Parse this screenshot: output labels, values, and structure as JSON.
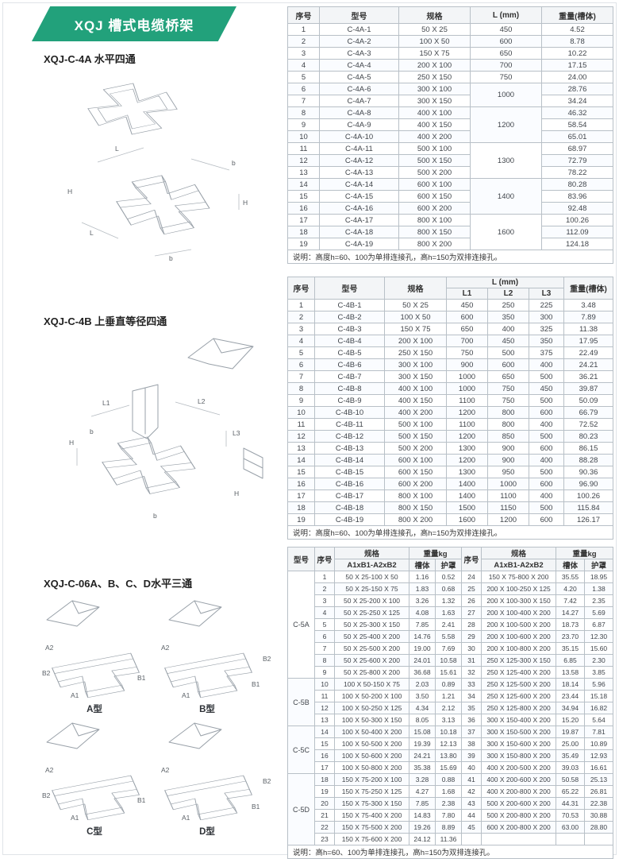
{
  "banner": {
    "title": "XQJ 槽式电缆桥架"
  },
  "sections": {
    "s1": "XQJ-C-4A 水平四通",
    "s2": "XQJ-C-4B 上垂直等径四通",
    "s3": "XQJ-C-06A、B、C、D水平三通"
  },
  "drawings": {
    "d1": {
      "L": "L",
      "b": "b",
      "H": "H"
    },
    "d2": {
      "L1": "L1",
      "L2": "L2",
      "L3": "L3",
      "H": "H",
      "b": "b"
    },
    "d3": {
      "typeA": "A型",
      "typeB": "B型",
      "typeC": "C型",
      "typeD": "D型",
      "A1": "A1",
      "A2": "A2",
      "B1": "B1",
      "B2": "B2"
    }
  },
  "table1": {
    "headers": {
      "no": "序号",
      "model": "型号",
      "spec": "规格",
      "L": "L (mm)",
      "weight": "重量(槽体)"
    },
    "rows": [
      {
        "n": "1",
        "m": "C-4A-1",
        "s": "50 X 25",
        "L": "450",
        "sp": 1,
        "w": "4.52"
      },
      {
        "n": "2",
        "m": "C-4A-2",
        "s": "100 X 50",
        "L": "600",
        "sp": 1,
        "w": "8.78"
      },
      {
        "n": "3",
        "m": "C-4A-3",
        "s": "150 X 75",
        "L": "650",
        "sp": 1,
        "w": "10.22"
      },
      {
        "n": "4",
        "m": "C-4A-4",
        "s": "200 X 100",
        "L": "700",
        "sp": 1,
        "w": "17.15"
      },
      {
        "n": "5",
        "m": "C-4A-5",
        "s": "250 X 150",
        "L": "750",
        "sp": 1,
        "w": "24.00"
      },
      {
        "n": "6",
        "m": "C-4A-6",
        "s": "300 X 100",
        "L": "1000",
        "sp": 2,
        "w": "28.76"
      },
      {
        "n": "7",
        "m": "C-4A-7",
        "s": "300 X 150",
        "w": "34.24"
      },
      {
        "n": "8",
        "m": "C-4A-8",
        "s": "400 X 100",
        "L": "1200",
        "sp": 3,
        "w": "46.32"
      },
      {
        "n": "9",
        "m": "C-4A-9",
        "s": "400 X 150",
        "w": "58.54"
      },
      {
        "n": "10",
        "m": "C-4A-10",
        "s": "400 X 200",
        "w": "65.01"
      },
      {
        "n": "11",
        "m": "C-4A-11",
        "s": "500 X 100",
        "L": "1300",
        "sp": 3,
        "w": "68.97"
      },
      {
        "n": "12",
        "m": "C-4A-12",
        "s": "500 X 150",
        "w": "72.79"
      },
      {
        "n": "13",
        "m": "C-4A-13",
        "s": "500 X 200",
        "w": "78.22"
      },
      {
        "n": "14",
        "m": "C-4A-14",
        "s": "600 X 100",
        "L": "1400",
        "sp": 3,
        "w": "80.28"
      },
      {
        "n": "15",
        "m": "C-4A-15",
        "s": "600 X 150",
        "w": "83.96"
      },
      {
        "n": "16",
        "m": "C-4A-16",
        "s": "600 X 200",
        "w": "92.48"
      },
      {
        "n": "17",
        "m": "C-4A-17",
        "s": "800 X 100",
        "L": "1600",
        "sp": 3,
        "w": "100.26"
      },
      {
        "n": "18",
        "m": "C-4A-18",
        "s": "800 X 150",
        "w": "112.09"
      },
      {
        "n": "19",
        "m": "C-4A-19",
        "s": "800 X 200",
        "w": "124.18"
      }
    ],
    "note": "说明：高度h=60、100为单排连接孔，高h=150为双排连接孔。"
  },
  "table2": {
    "headers": {
      "no": "序号",
      "model": "型号",
      "spec": "规格",
      "L": "L (mm)",
      "L1": "L1",
      "L2": "L2",
      "L3": "L3",
      "weight": "重量(槽体)"
    },
    "rows": [
      {
        "n": "1",
        "m": "C-4B-1",
        "s": "50 X 25",
        "l1": "450",
        "l2": "250",
        "l3": "225",
        "w": "3.48"
      },
      {
        "n": "2",
        "m": "C-4B-2",
        "s": "100 X 50",
        "l1": "600",
        "l2": "350",
        "l3": "300",
        "w": "7.89"
      },
      {
        "n": "3",
        "m": "C-4B-3",
        "s": "150 X 75",
        "l1": "650",
        "l2": "400",
        "l3": "325",
        "w": "11.38"
      },
      {
        "n": "4",
        "m": "C-4B-4",
        "s": "200 X 100",
        "l1": "700",
        "l2": "450",
        "l3": "350",
        "w": "17.95"
      },
      {
        "n": "5",
        "m": "C-4B-5",
        "s": "250 X 150",
        "l1": "750",
        "l2": "500",
        "l3": "375",
        "w": "22.49"
      },
      {
        "n": "6",
        "m": "C-4B-6",
        "s": "300 X 100",
        "l1": "900",
        "l2": "600",
        "l3": "400",
        "w": "24.21"
      },
      {
        "n": "7",
        "m": "C-4B-7",
        "s": "300 X 150",
        "l1": "1000",
        "l2": "650",
        "l3": "500",
        "w": "36.21"
      },
      {
        "n": "8",
        "m": "C-4B-8",
        "s": "400 X 100",
        "l1": "1000",
        "l2": "750",
        "l3": "450",
        "w": "39.87"
      },
      {
        "n": "9",
        "m": "C-4B-9",
        "s": "400 X 150",
        "l1": "1100",
        "l2": "750",
        "l3": "500",
        "w": "50.09"
      },
      {
        "n": "10",
        "m": "C-4B-10",
        "s": "400 X 200",
        "l1": "1200",
        "l2": "800",
        "l3": "600",
        "w": "66.79"
      },
      {
        "n": "11",
        "m": "C-4B-11",
        "s": "500 X 100",
        "l1": "1100",
        "l2": "800",
        "l3": "400",
        "w": "72.52"
      },
      {
        "n": "12",
        "m": "C-4B-12",
        "s": "500 X 150",
        "l1": "1200",
        "l2": "850",
        "l3": "500",
        "w": "80.23"
      },
      {
        "n": "13",
        "m": "C-4B-13",
        "s": "500 X 200",
        "l1": "1300",
        "l2": "900",
        "l3": "600",
        "w": "86.15"
      },
      {
        "n": "14",
        "m": "C-4B-14",
        "s": "600 X 100",
        "l1": "1200",
        "l2": "900",
        "l3": "400",
        "w": "88.28"
      },
      {
        "n": "15",
        "m": "C-4B-15",
        "s": "600 X 150",
        "l1": "1300",
        "l2": "950",
        "l3": "500",
        "w": "90.36"
      },
      {
        "n": "16",
        "m": "C-4B-16",
        "s": "600 X 200",
        "l1": "1400",
        "l2": "1000",
        "l3": "600",
        "w": "96.90"
      },
      {
        "n": "17",
        "m": "C-4B-17",
        "s": "800 X 100",
        "l1": "1400",
        "l2": "1100",
        "l3": "400",
        "w": "100.26"
      },
      {
        "n": "18",
        "m": "C-4B-18",
        "s": "800 X 150",
        "l1": "1500",
        "l2": "1150",
        "l3": "500",
        "w": "115.84"
      },
      {
        "n": "19",
        "m": "C-4B-19",
        "s": "800 X 200",
        "l1": "1600",
        "l2": "1200",
        "l3": "600",
        "w": "126.17"
      }
    ],
    "note": "说明：高度h=60、100为单排连接孔，高h=150为双排连接孔。"
  },
  "table3": {
    "headers": {
      "model": "型号",
      "no": "序号",
      "spec": "规格",
      "spec_sub": "A1xB1-A2xB2",
      "weight": "重量kg",
      "body": "槽体",
      "cover": "护罩"
    },
    "groups": [
      {
        "label": "C-5A",
        "from": 1,
        "to": 9
      },
      {
        "label": "C-5B",
        "from": 10,
        "to": 13
      },
      {
        "label": "C-5C",
        "from": 14,
        "to": 17
      },
      {
        "label": "C-5D",
        "from": 18,
        "to": 23
      }
    ],
    "left": [
      {
        "n": "1",
        "s": "50 X 25-100 X 50",
        "b": "1.16",
        "c": "0.52"
      },
      {
        "n": "2",
        "s": "50 X 25-150 X 75",
        "b": "1.83",
        "c": "0.68"
      },
      {
        "n": "3",
        "s": "50 X 25-200 X 100",
        "b": "3.26",
        "c": "1.32"
      },
      {
        "n": "4",
        "s": "50 X 25-250 X 125",
        "b": "4.08",
        "c": "1.63"
      },
      {
        "n": "5",
        "s": "50 X 25-300 X 150",
        "b": "7.85",
        "c": "2.41"
      },
      {
        "n": "6",
        "s": "50 X 25-400 X 200",
        "b": "14.76",
        "c": "5.58"
      },
      {
        "n": "7",
        "s": "50 X 25-500 X 200",
        "b": "19.00",
        "c": "7.69"
      },
      {
        "n": "8",
        "s": "50 X 25-600 X 200",
        "b": "24.01",
        "c": "10.58"
      },
      {
        "n": "9",
        "s": "50 X 25-800 X 200",
        "b": "36.68",
        "c": "15.61"
      },
      {
        "n": "10",
        "s": "100 X 50-150 X 75",
        "b": "2.03",
        "c": "0.89"
      },
      {
        "n": "11",
        "s": "100 X 50-200 X 100",
        "b": "3.50",
        "c": "1.21"
      },
      {
        "n": "12",
        "s": "100 X 50-250 X 125",
        "b": "4.34",
        "c": "2.12"
      },
      {
        "n": "13",
        "s": "100 X 50-300 X 150",
        "b": "8.05",
        "c": "3.13"
      },
      {
        "n": "14",
        "s": "100 X 50-400 X 200",
        "b": "15.08",
        "c": "10.18"
      },
      {
        "n": "15",
        "s": "100 X 50-500 X 200",
        "b": "19.39",
        "c": "12.13"
      },
      {
        "n": "16",
        "s": "100 X 50-600 X 200",
        "b": "24.21",
        "c": "13.80"
      },
      {
        "n": "17",
        "s": "100 X 50-800 X 200",
        "b": "35.38",
        "c": "15.69"
      },
      {
        "n": "18",
        "s": "150 X 75-200 X 100",
        "b": "3.28",
        "c": "0.88"
      },
      {
        "n": "19",
        "s": "150 X 75-250 X 125",
        "b": "4.27",
        "c": "1.68"
      },
      {
        "n": "20",
        "s": "150 X 75-300 X 150",
        "b": "7.85",
        "c": "2.38"
      },
      {
        "n": "21",
        "s": "150 X 75-400 X 200",
        "b": "14.83",
        "c": "7.80"
      },
      {
        "n": "22",
        "s": "150 X 75-500 X 200",
        "b": "19.26",
        "c": "8.89"
      },
      {
        "n": "23",
        "s": "150 X 75-600 X 200",
        "b": "24.12",
        "c": "11.36"
      }
    ],
    "right": [
      {
        "n": "24",
        "s": "150 X 75-800 X 200",
        "b": "35.55",
        "c": "18.95"
      },
      {
        "n": "25",
        "s": "200 X 100-250 X 125",
        "b": "4.20",
        "c": "1.38"
      },
      {
        "n": "26",
        "s": "200 X 100-300 X 150",
        "b": "7.42",
        "c": "2.35"
      },
      {
        "n": "27",
        "s": "200 X 100-400 X 200",
        "b": "14.27",
        "c": "5.69"
      },
      {
        "n": "28",
        "s": "200 X 100-500 X 200",
        "b": "18.73",
        "c": "6.87"
      },
      {
        "n": "29",
        "s": "200 X 100-600 X 200",
        "b": "23.70",
        "c": "12.30"
      },
      {
        "n": "30",
        "s": "200 X 100-800 X 200",
        "b": "35.15",
        "c": "15.60"
      },
      {
        "n": "31",
        "s": "250 X 125-300 X 150",
        "b": "6.85",
        "c": "2.30"
      },
      {
        "n": "32",
        "s": "250 X 125-400 X 200",
        "b": "13.58",
        "c": "3.85"
      },
      {
        "n": "33",
        "s": "250 X 125-500 X 200",
        "b": "18.14",
        "c": "5.96"
      },
      {
        "n": "34",
        "s": "250 X 125-600 X 200",
        "b": "23.44",
        "c": "15.18"
      },
      {
        "n": "35",
        "s": "250 X 125-800 X 200",
        "b": "34.94",
        "c": "16.82"
      },
      {
        "n": "36",
        "s": "300 X 150-400 X 200",
        "b": "15.20",
        "c": "5.64"
      },
      {
        "n": "37",
        "s": "300 X 150-500 X 200",
        "b": "19.87",
        "c": "7.81"
      },
      {
        "n": "38",
        "s": "300 X 150-600 X 200",
        "b": "25.00",
        "c": "10.89"
      },
      {
        "n": "39",
        "s": "300 X 150-800 X 200",
        "b": "35.49",
        "c": "12.93"
      },
      {
        "n": "40",
        "s": "400 X 200-500 X 200",
        "b": "39.03",
        "c": "16.61"
      },
      {
        "n": "41",
        "s": "400 X 200-600 X 200",
        "b": "50.58",
        "c": "25.13"
      },
      {
        "n": "42",
        "s": "400 X 200-800 X 200",
        "b": "65.22",
        "c": "26.81"
      },
      {
        "n": "43",
        "s": "500 X 200-600 X 200",
        "b": "44.31",
        "c": "22.38"
      },
      {
        "n": "44",
        "s": "500 X 200-800 X 200",
        "b": "70.53",
        "c": "30.88"
      },
      {
        "n": "45",
        "s": "600 X 200-800 X 200",
        "b": "63.00",
        "c": "28.80"
      }
    ],
    "note": "说明：高h=60、100为单排连接孔，高h=150为双排连接孔。"
  }
}
